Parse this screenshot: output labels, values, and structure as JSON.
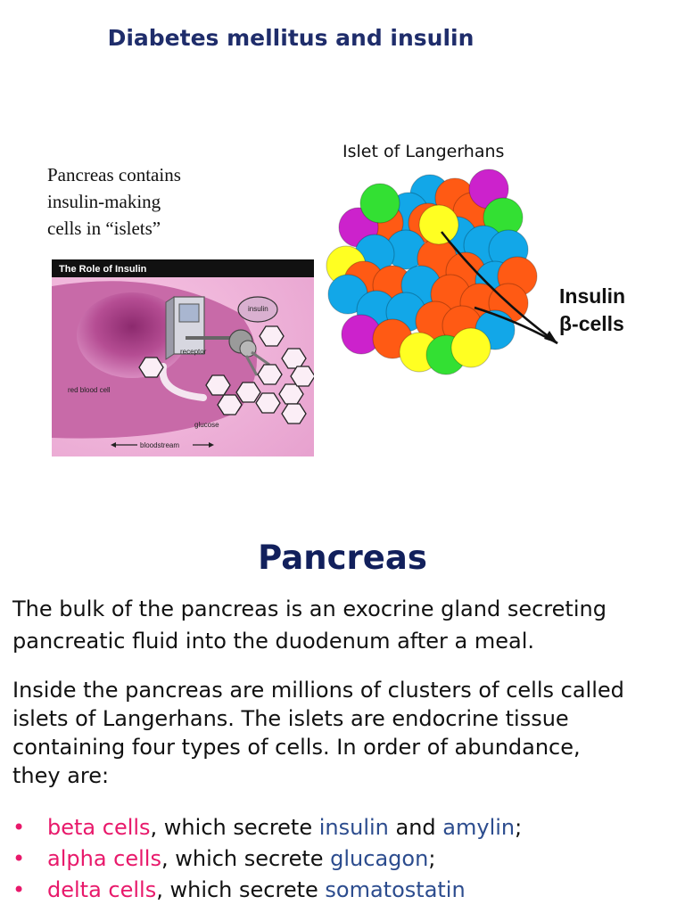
{
  "title": "Diabetes mellitus and insulin",
  "caption": {
    "lines": [
      "Pancreas contains",
      "insulin-making",
      "cells in “islets”"
    ]
  },
  "figure_role": {
    "title": "The Role of Insulin",
    "label_insulin": "insulin",
    "label_receptor": "receptor",
    "label_rbc": "red blood cell",
    "label_glucose": "glucose",
    "label_bloodstream": "bloodstream"
  },
  "figure_islet": {
    "title": "Islet of Langerhans",
    "label_line1": "Insulin",
    "label_line2": "β-cells"
  },
  "section": {
    "title": "Pancreas",
    "para1_line1": "The bulk of the pancreas is an exocrine gland secreting",
    "para1_line2": "pancreatic fluid into the duodenum after a meal.",
    "para2_lines": [
      "Inside the pancreas are millions of clusters of cells called",
      "islets of Langerhans. The islets are endocrine tissue",
      "containing four types of cells. In order of abundance,",
      "they are:"
    ]
  },
  "bullets": [
    {
      "dot": "•",
      "cell": "beta cells",
      "mid": ", which secrete ",
      "h1": "insulin",
      "and": " and ",
      "h2": "amylin",
      "end": ";"
    },
    {
      "dot": "•",
      "cell": "alpha cells",
      "mid": ", which secrete ",
      "h1": "glucagon",
      "end": ";"
    },
    {
      "dot": "•",
      "cell": "delta cells",
      "mid": ", which secrete ",
      "h1": "somatostatin",
      "end": ""
    }
  ],
  "colors": {
    "title": "#1f2d6b",
    "accent_pink": "#e8196b",
    "hormone_blue": "#2c4c8e",
    "cell_orange": "#ff5a14",
    "cell_blue": "#12a7e8",
    "cell_green": "#33e033",
    "cell_magenta": "#cc22cc",
    "cell_yellow": "#ffff22"
  }
}
